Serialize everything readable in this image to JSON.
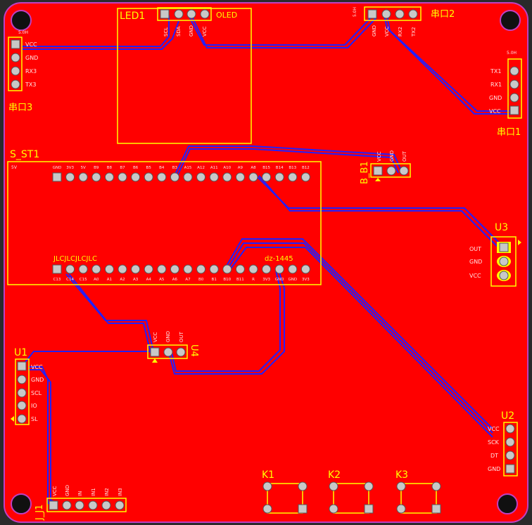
{
  "colors": {
    "background": "#2a2a2a",
    "board": "#ff0000",
    "outline": "#c040c0",
    "silk": "#ffff00",
    "trace": "#2020ff",
    "pad": "#c8c8c8",
    "pin_label": "#ffe5e5",
    "mount_hole": "#101010"
  },
  "components": {
    "led1": {
      "ref": "LED1",
      "name": "OLED",
      "pins": [
        "SCL",
        "SDA",
        "GND",
        "VCC"
      ]
    },
    "chuankou2": {
      "ref": "串口2",
      "tag": "5.0H",
      "pins": [
        "GND",
        "VCC",
        "RX2",
        "TX2"
      ]
    },
    "chuankou3": {
      "ref": "串口3",
      "tag": "5.0H",
      "pins": [
        "VCC",
        "GND",
        "RX3",
        "TX3"
      ]
    },
    "chuankou1": {
      "ref": "串口1",
      "tag": "5.0H",
      "pins": [
        "TX1",
        "RX1",
        "GND",
        "VCC"
      ]
    },
    "s_st1": {
      "ref": "S_ST1",
      "top_tag": "5V",
      "top_pins": [
        "GND",
        "3V3",
        "5V",
        "B9",
        "B8",
        "B7",
        "B6",
        "B5",
        "B4",
        "B3",
        "A15",
        "A12",
        "A11",
        "A10",
        "A9",
        "A8",
        "B15",
        "B14",
        "B13",
        "B12"
      ],
      "bottom_pins": [
        "C13",
        "C14",
        "C15",
        "A0",
        "A1",
        "A2",
        "A3",
        "A4",
        "A5",
        "A6",
        "A7",
        "B0",
        "B1",
        "B10",
        "B11",
        "R",
        "3V3",
        "GND",
        "GND",
        "3V3"
      ],
      "silk_left": "JLCJLCJLCJLC",
      "silk_right": "dz-1445"
    },
    "b_b1": {
      "ref": "B_B1",
      "pins": [
        "VCC",
        "GND",
        "OUT"
      ]
    },
    "u3": {
      "ref": "U3",
      "pins": [
        "OUT",
        "GND",
        "VCC"
      ]
    },
    "u4": {
      "ref": "U4",
      "pins": [
        "VCC",
        "GND",
        "OUT"
      ]
    },
    "u1": {
      "ref": "U1",
      "pins": [
        "VCC",
        "GND",
        "SCL",
        "IO",
        "SL"
      ]
    },
    "u2": {
      "ref": "U2",
      "pins": [
        "VCC",
        "SCK",
        "DT",
        "GND"
      ]
    },
    "j_j1": {
      "ref": "J_J1",
      "pins": [
        "VCC",
        "GND",
        "IN",
        "IN1",
        "IN2",
        "IN3"
      ]
    },
    "k1": {
      "ref": "K1"
    },
    "k2": {
      "ref": "K2"
    },
    "k3": {
      "ref": "K3"
    }
  }
}
